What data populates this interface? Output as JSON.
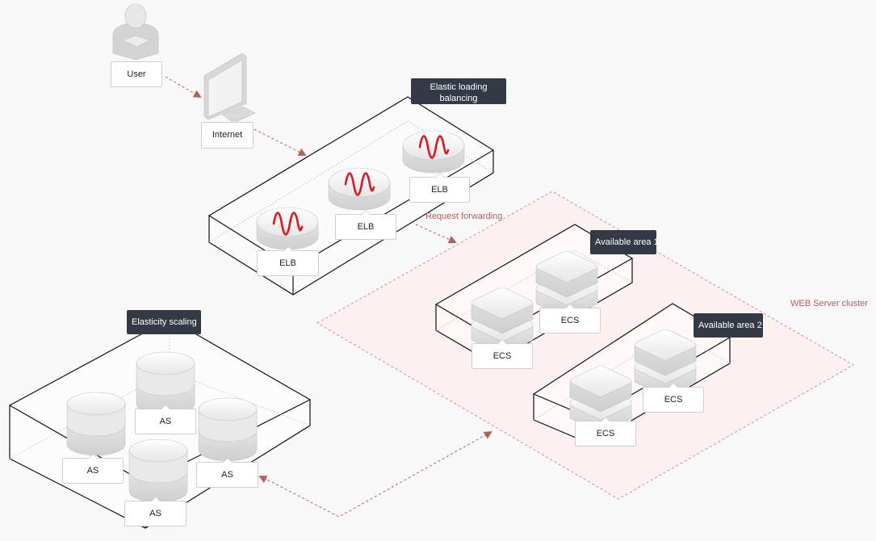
{
  "nodes": {
    "user": "User",
    "internet": "Internet",
    "elb_1": "ELB",
    "elb_2": "ELB",
    "elb_3": "ELB",
    "ecs_1": "ECS",
    "ecs_2": "ECS",
    "ecs_3": "ECS",
    "ecs_4": "ECS",
    "as_1": "AS",
    "as_2": "AS",
    "as_3": "AS",
    "as_4": "AS"
  },
  "groups": {
    "elb_group": "Elastic loading balancing",
    "area_1": "Available area 1",
    "area_2": "Available area 2",
    "as_group": "Elasticity scaling"
  },
  "annotations": {
    "request_forwarding": "Request forwarding",
    "web_cluster": "WEB Server cluster"
  },
  "colors": {
    "arrow": "#b5605c",
    "cluster_fill": "#fdeeed",
    "label_dark": "#333a45",
    "wave": "#e0161c"
  },
  "icons": {
    "user": "user-icon",
    "internet": "monitor-icon",
    "elb": "load-balancer-icon",
    "ecs": "server-icon",
    "as": "scaling-server-icon"
  }
}
